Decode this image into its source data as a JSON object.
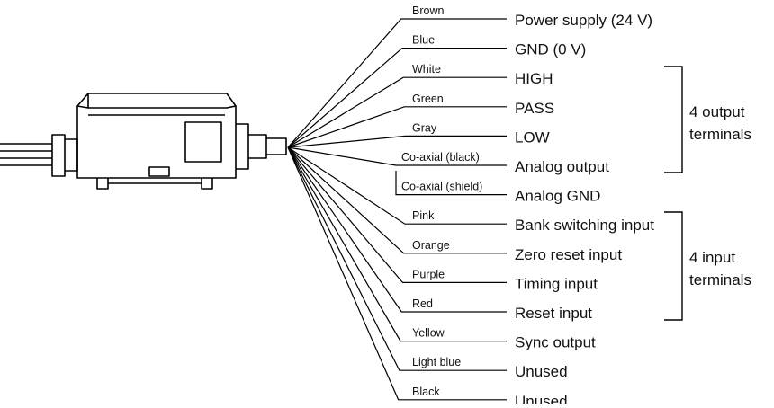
{
  "wires": [
    {
      "color": "Brown",
      "signal": "Power supply (24 V)"
    },
    {
      "color": "Blue",
      "signal": "GND (0 V)"
    },
    {
      "color": "White",
      "signal": "HIGH"
    },
    {
      "color": "Green",
      "signal": "PASS"
    },
    {
      "color": "Gray",
      "signal": "LOW"
    },
    {
      "color": "Co-axial (black)",
      "signal": "Analog output"
    },
    {
      "color": "Co-axial (shield)",
      "signal": "Analog GND"
    },
    {
      "color": "Pink",
      "signal": "Bank switching input"
    },
    {
      "color": "Orange",
      "signal": "Zero reset input"
    },
    {
      "color": "Purple",
      "signal": "Timing input"
    },
    {
      "color": "Red",
      "signal": "Reset input"
    },
    {
      "color": "Yellow",
      "signal": "Sync output"
    },
    {
      "color": "Light blue",
      "signal": "Unused"
    },
    {
      "color": "Black",
      "signal": "Unused"
    }
  ],
  "groups": [
    {
      "line1": "4 output",
      "line2": "terminals"
    },
    {
      "line1": "4 input",
      "line2": "terminals"
    }
  ]
}
